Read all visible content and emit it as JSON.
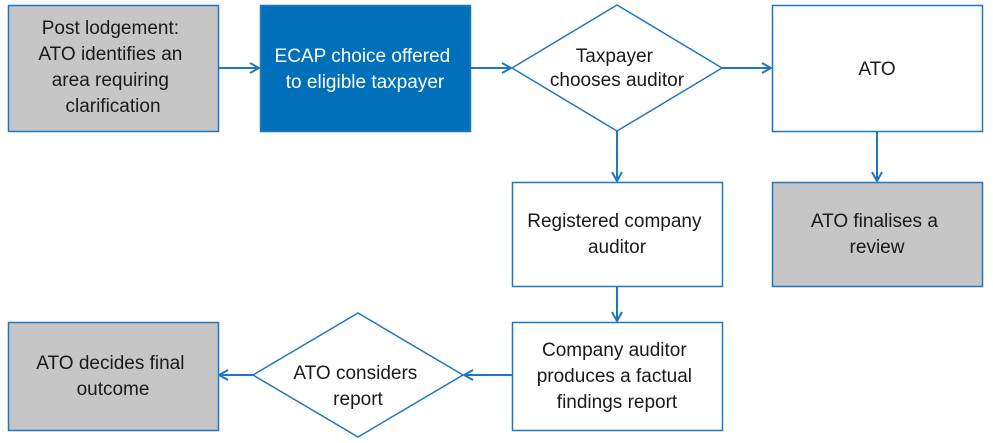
{
  "colors": {
    "accent": "#0070ba",
    "stroke": "#1f77c0",
    "gray": "#c6c6c6"
  },
  "nodes": {
    "post_lodgement": [
      "Post lodgement:",
      "ATO identifies an",
      "area requiring",
      "clarification"
    ],
    "ecap_choice": [
      "ECAP choice offered",
      "to eligible taxpayer"
    ],
    "taxpayer_chooses": [
      "Taxpayer",
      "chooses auditor"
    ],
    "ato": [
      "ATO"
    ],
    "registered_auditor": [
      "Registered company",
      "auditor"
    ],
    "ato_finalises": [
      "ATO finalises a",
      "review"
    ],
    "findings_report": [
      "Company auditor",
      "produces a factual",
      "findings report"
    ],
    "ato_considers": [
      "ATO considers",
      "report"
    ],
    "ato_decides": [
      "ATO decides final",
      "outcome"
    ]
  }
}
